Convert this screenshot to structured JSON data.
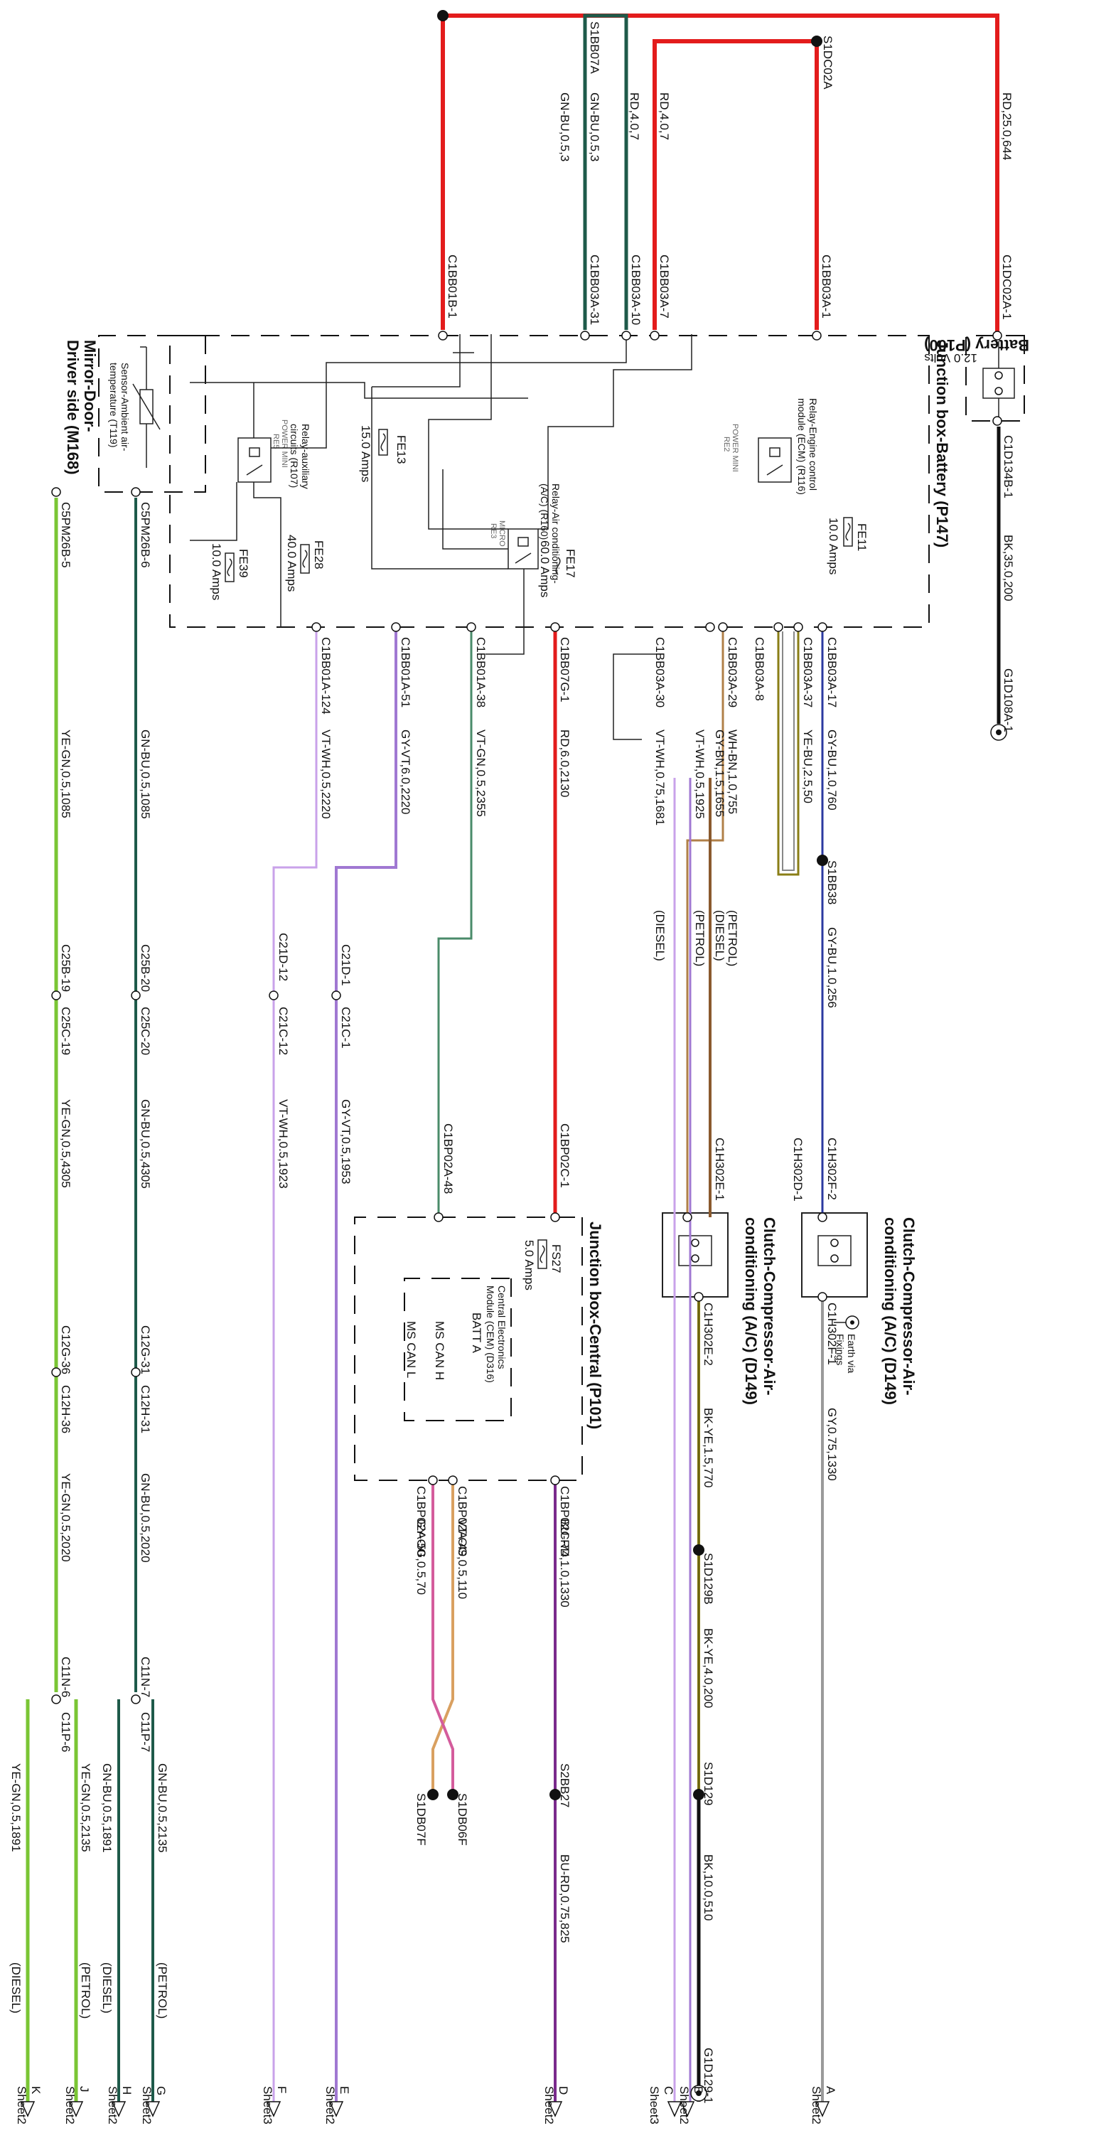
{
  "colors": {
    "red": "#e31c1c",
    "dark_green": "#1e5a4a",
    "blue_green": "#1f5f6f",
    "black": "#111111",
    "blue": "#2b3aa0",
    "gray": "#9a9a9a",
    "brown": "#8a5a2e",
    "violet": "#a078d2",
    "violet_light": "#c9a2ea",
    "lime": "#7ac534",
    "purple": "#7a2a8c",
    "olive": "#8a7e16",
    "orange": "#d9a060",
    "pink": "#d45c9c",
    "tan": "#b08048"
  },
  "components": {
    "battery": {
      "title": "Battery (P100)",
      "voltage": "12.0 Volts"
    },
    "jbb": {
      "title": "Junction box-Battery (P147)"
    },
    "jbc": {
      "title": "Junction box-Central (P101)"
    },
    "clutch1": {
      "title_1": "Clutch-Compressor-Air-",
      "title_2": "conditioning (A/C) (D149)"
    },
    "clutch2": {
      "title_1": "Clutch-Compressor-Air-",
      "title_2": "conditioning (A/C) (D149)"
    },
    "mirror": {
      "title_1": "Mirror-Door-",
      "title_2": "Driver side (M168)"
    },
    "sensor": {
      "label_1": "Sensor-Ambient air-",
      "label_2": "temperature (T119)"
    },
    "cem": {
      "label_1": "Central Electronics",
      "label_2": "Module (CEM) (D316)",
      "batt": "BATT A",
      "can_h": "MS CAN H",
      "can_l": "MS CAN L"
    },
    "relay_ecm": {
      "label_1": "Relay-Engine control",
      "label_2": "module (ECM) (R116)",
      "tag_1": "POWER MINI",
      "tag_2": "RE2"
    },
    "relay_ac": {
      "label_1": "Relay-Air conditioning-",
      "label_2": "(A/C) (R160)",
      "tag_1": "MICRO",
      "tag_2": "RE3"
    },
    "relay_aux": {
      "label_1": "Relay-auxiliary",
      "label_2": "circuits (R107)",
      "tag_1": "POWER MINI",
      "tag_2": "RE5"
    },
    "earth": {
      "label_1": "Earth via",
      "label_2": "Fixings"
    }
  },
  "fuses": {
    "fe11": {
      "name": "FE11",
      "rating": "10.0 Amps"
    },
    "fe13": {
      "name": "FE13",
      "rating": "15.0 Amps"
    },
    "fe17": {
      "name": "FE17",
      "rating": "60.0 Amps"
    },
    "fe28": {
      "name": "FE28",
      "rating": "40.0 Amps"
    },
    "fe39": {
      "name": "FE39",
      "rating": "10.0 Amps"
    },
    "fs27": {
      "name": "FS27",
      "rating": "5.0 Amps"
    }
  },
  "connectors": {
    "c1dc02a1": "C1DC02A-1",
    "c1d134b1": "C1D134B-1",
    "g1d108a1": "G1D108A-1",
    "c1bb03a1": "C1BB03A-1",
    "c1bb03a7": "C1BB03A-7",
    "c1bb01b1": "C1BB01B-1",
    "c1bb03a10": "C1BB03A-10",
    "c1bb03a31": "C1BB03A-31",
    "s1dc02a": "S1DC02A",
    "s1bb07a": "S1BB07A",
    "c1bb03a17": "C1BB03A-17",
    "c1bb03a37": "C1BB03A-37",
    "c1bb03a8": "C1BB03A-8",
    "c1bb03a29": "C1BB03A-29",
    "c1bb03a30": "C1BB03A-30",
    "c1bb07g1": "C1BB07G-1",
    "c1bb01a38": "C1BB01A-38",
    "c1bb01a51": "C1BB01A-51",
    "c1bb01a124": "C1BB01A-124",
    "c5pm26b6": "C5PM26B-6",
    "c5pm26b5": "C5PM26B-5",
    "s1bb38": "S1BB38",
    "c1h302f2": "C1H302F-2",
    "c1h302d1": "C1H302D-1",
    "c1h302e1": "C1H302E-1",
    "c1h302e2": "C1H302E-2",
    "c1h302f1": "C1H302F-1",
    "c1bp02c1": "C1BP02C-1",
    "c1bp02c74": "C1BP02C-74",
    "c1bp02a48": "C1BP02A-48",
    "c1bp02a49": "C1BP02A-49",
    "c1bp02a50": "C1BP02A-50",
    "c25b20": "C25B-20",
    "c25c20": "C25C-20",
    "c25b19": "C25B-19",
    "c25c19": "C25C-19",
    "c21d1": "C21D-1",
    "c21c1": "C21C-1",
    "c21d12": "C21D-12",
    "c21c12": "C21C-12",
    "c12g31": "C12G-31",
    "c12h31": "C12H-31",
    "c12g36": "C12G-36",
    "c12h36": "C12H-36",
    "c11n7": "C11N-7",
    "c11p7": "C11P-7",
    "c11n6": "C11N-6",
    "c11p6": "C11P-6",
    "s1d129b": "S1D129B",
    "s1d129": "S1D129",
    "g1d1291": "G1D129-1",
    "s2bb27": "S2BB27",
    "s1db06f": "S1DB06F",
    "s1db07f": "S1DB07F"
  },
  "wires": {
    "rd_25": "RD,25.0,644",
    "rd_4a": "RD,4.0,7",
    "rd_4b": "RD,4.0,7",
    "gnbu_053a": "GN-BU,0.5,3",
    "gnbu_053b": "GN-BU,0.5,3",
    "bk_35": "BK,35.0,200",
    "gybu_1_760": "GY-BU,1.0,760",
    "yebu_25": "YE-BU,2.5,50",
    "whbn_1": "WH-BN,1.0,755",
    "gybn_15": "GY-BN,1.5,1655",
    "vtwh_05_1925": "VT-WH,0.5,1925",
    "vtwh_075": "VT-WH,0.75,1681",
    "rd_6": "RD,6.0,2130",
    "vtgn": "VT-GN,0.5,2355",
    "gyvt_2220": "GY-VT,6.0,2220",
    "vtwh_2220": "VT-WH,0.5,2220",
    "gnbu_1085": "GN-BU,0.5,1085",
    "yegn_1085": "YE-GN,0.5,1085",
    "gybu_1_256": "GY-BU,1.0,256",
    "gnbu_4305": "GN-BU,0.5,4305",
    "yegn_4305": "YE-GN,0.5,4305",
    "gyvt_1953": "GY-VT,0.5,1953",
    "vtwh_1923": "VT-WH,0.5,1923",
    "gnbu_2020": "GN-BU,0.5,2020",
    "yegn_2020": "YE-GN,0.5,2020",
    "gy_1330": "GY,0.75,1330",
    "bkye_15": "BK-YE,1.5,770",
    "bkye_4": "BK-YE,4.0,200",
    "bk_10": "BK,10.0,510",
    "burd_1": "BU-RD,1.0,1330",
    "burd_075": "BU-RD,0.75,825",
    "vtog": "VT-OG,0.5,110",
    "gyog": "GY-OG,0.5,70",
    "gnbu_2135": "GN-BU,0.5,2135",
    "gnbu_1891": "GN-BU,0.5,1891",
    "yegn_2135": "YE-GN,0.5,2135",
    "yegn_1891": "YE-GN,0.5,1891"
  },
  "variants": {
    "petrol": "(PETROL)",
    "diesel": "(DIESEL)"
  },
  "offsheet": {
    "a": "A",
    "b": "B",
    "c": "C",
    "d": "D",
    "e": "E",
    "f": "F",
    "g": "G",
    "h": "H",
    "j": "J",
    "k": "K",
    "sheet2": "Sheet2",
    "sheet3": "Sheet3"
  }
}
